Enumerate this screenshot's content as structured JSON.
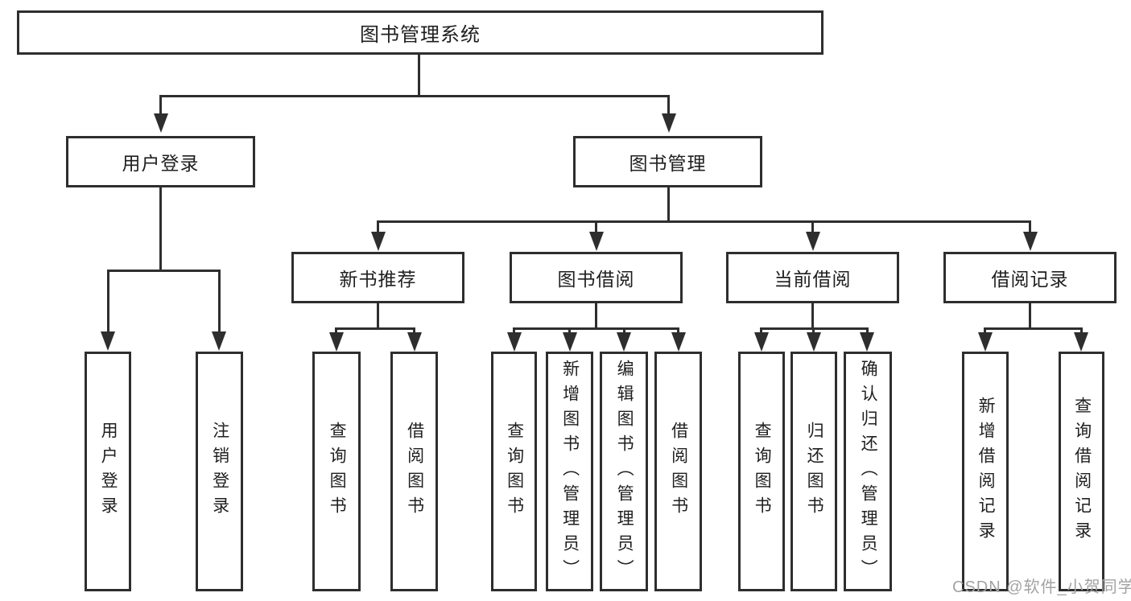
{
  "diagram": {
    "root": {
      "label": "图书管理系统"
    },
    "branches": [
      {
        "label": "用户登录",
        "leaves": [
          {
            "label": "用户登录"
          },
          {
            "label": "注销登录"
          }
        ]
      },
      {
        "label": "图书管理",
        "groups": [
          {
            "label": "新书推荐",
            "leaves": [
              {
                "label": "查询图书"
              },
              {
                "label": "借阅图书"
              }
            ]
          },
          {
            "label": "图书借阅",
            "leaves": [
              {
                "label": "查询图书"
              },
              {
                "label": "新增图书（管理员）"
              },
              {
                "label": "编辑图书（管理员）"
              },
              {
                "label": "借阅图书"
              }
            ]
          },
          {
            "label": "当前借阅",
            "leaves": [
              {
                "label": "查询图书"
              },
              {
                "label": "归还图书"
              },
              {
                "label": "确认归还（管理员）"
              }
            ]
          },
          {
            "label": "借阅记录",
            "leaves": [
              {
                "label": "新增借阅记录"
              },
              {
                "label": "查询借阅记录"
              }
            ]
          }
        ]
      }
    ]
  },
  "watermark": {
    "text": "CSDN @软件_小贺同学"
  },
  "colors": {
    "line": "#2e2e2e",
    "text": "#1f1f1f",
    "watermark": "#a3a3a3",
    "background": "#ffffff"
  }
}
